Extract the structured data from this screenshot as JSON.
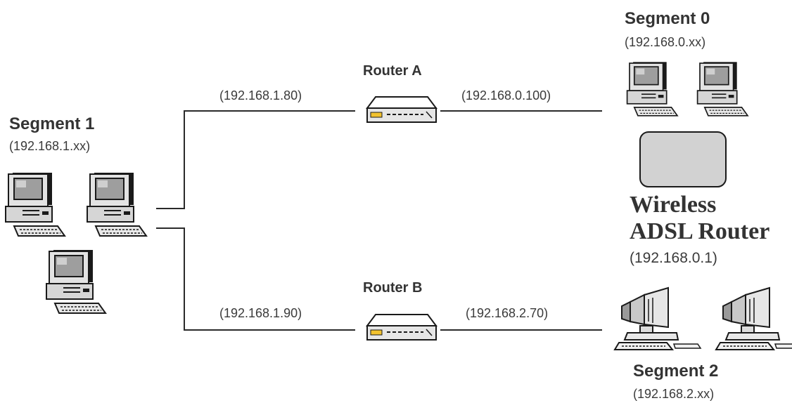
{
  "segments": {
    "segment_0": {
      "name": "Segment 0",
      "subnet": "(192.168.0.xx)"
    },
    "segment_1": {
      "name": "Segment 1",
      "subnet": "(192.168.1.xx)"
    },
    "segment_2": {
      "name": "Segment 2",
      "subnet": "(192.168.2.xx)"
    }
  },
  "routers": {
    "router_a": {
      "name": "Router A",
      "ip_left": "(192.168.1.80)",
      "ip_right": "(192.168.0.100)"
    },
    "router_b": {
      "name": "Router B",
      "ip_left": "(192.168.1.90)",
      "ip_right": "(192.168.2.70)"
    }
  },
  "main_router": {
    "name_line1": "Wireless",
    "name_line2": "ADSL Router",
    "ip": "(192.168.0.1)"
  },
  "colors": {
    "router_accent": "#f2c22e",
    "device_fill": "#d2d2d2",
    "outline": "#1a1a1a"
  }
}
